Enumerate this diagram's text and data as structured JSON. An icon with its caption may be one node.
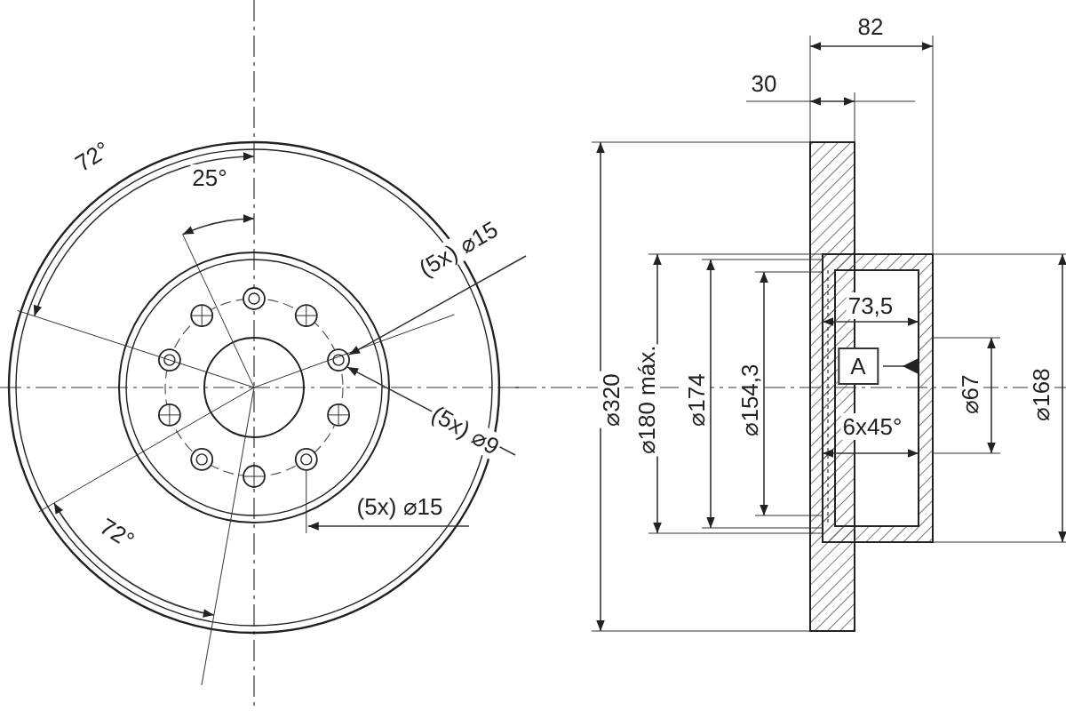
{
  "diagram": {
    "nodes": [
      {
        "text": [
          "(5x) ⌀15"
        ]
      },
      {
        "text": [
          "(5x) ⌀9"
        ]
      },
      {
        "text": [
          "(5x) ⌀15"
        ]
      },
      {
        "text": [
          "A"
        ]
      }
    ],
    "edges": [
      {
        "from": 0,
        "to": null,
        "arrow": "to"
      },
      {
        "from": 1,
        "to": null,
        "arrow": "to"
      },
      {
        "from": 2,
        "to": null,
        "arrow": "to"
      },
      {
        "from": 3,
        "to": null,
        "arrow": "other"
      }
    ],
    "labels": [
      "82",
      "30",
      "72°",
      "25°",
      "⌀320",
      "⌀180 máx.",
      "⌀174",
      "⌀154,3",
      "73,5",
      "⌀67",
      "⌀168",
      "6x45°",
      "72°"
    ]
  }
}
